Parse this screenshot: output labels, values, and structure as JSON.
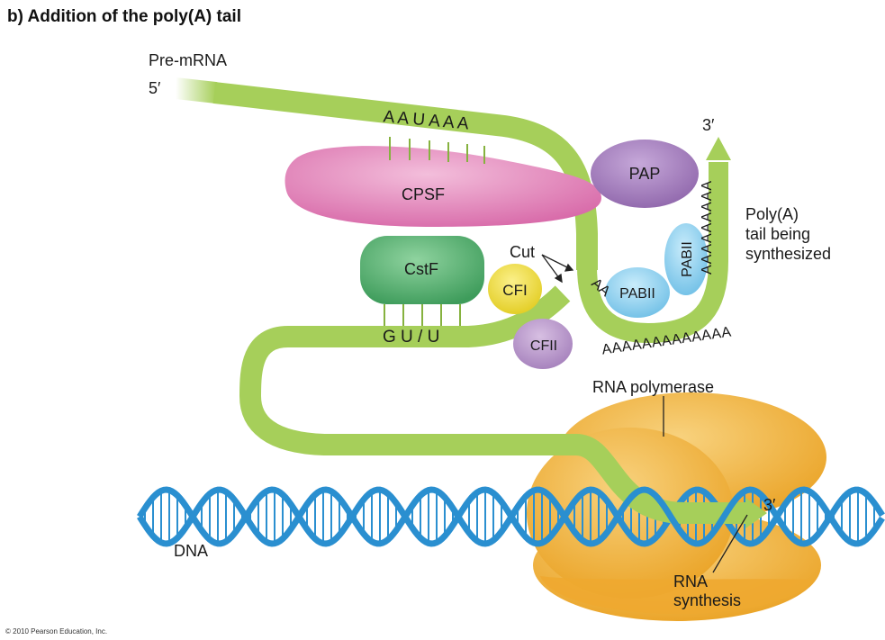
{
  "figure": {
    "title": "b) Addition of the poly(A) tail",
    "copyright": "© 2010 Pearson Education, Inc."
  },
  "labels": {
    "pre_mrna": "Pre-mRNA",
    "five_prime": "5′",
    "three_prime_tail": "3′",
    "three_prime_rna": "3′",
    "polya_line1": "Poly(A)",
    "polya_line2": "tail being",
    "polya_line3": "synthesized",
    "cut": "Cut",
    "rna_polymerase": "RNA polymerase",
    "dna": "DNA",
    "rna_synthesis_line1": "RNA",
    "rna_synthesis_line2": "synthesis"
  },
  "sequences": {
    "aauaaa": "A A U A A A",
    "gu_u": "G U / U",
    "tail_vertical": "AAAAAAAAA",
    "tail_bottom": "AAAAAAAAAAAAA",
    "tail_left": "AA"
  },
  "proteins": {
    "cpsf": "CPSF",
    "cstf": "CstF",
    "cfi": "CFI",
    "cfii": "CFII",
    "pap": "PAP",
    "pabii_a": "PABII",
    "pabii_b": "PABII"
  },
  "colors": {
    "rna": "#a6cf5a",
    "rna_dark": "#86b23f",
    "cpsf": "#e58cc0",
    "cstf": "#5cb876",
    "cfi": "#f4e34a",
    "cfii": "#b995cc",
    "pap": "#a57fbe",
    "pabii": "#8fd0ee",
    "polymerase": "#f2b23a",
    "dna": "#2a8fd0"
  }
}
